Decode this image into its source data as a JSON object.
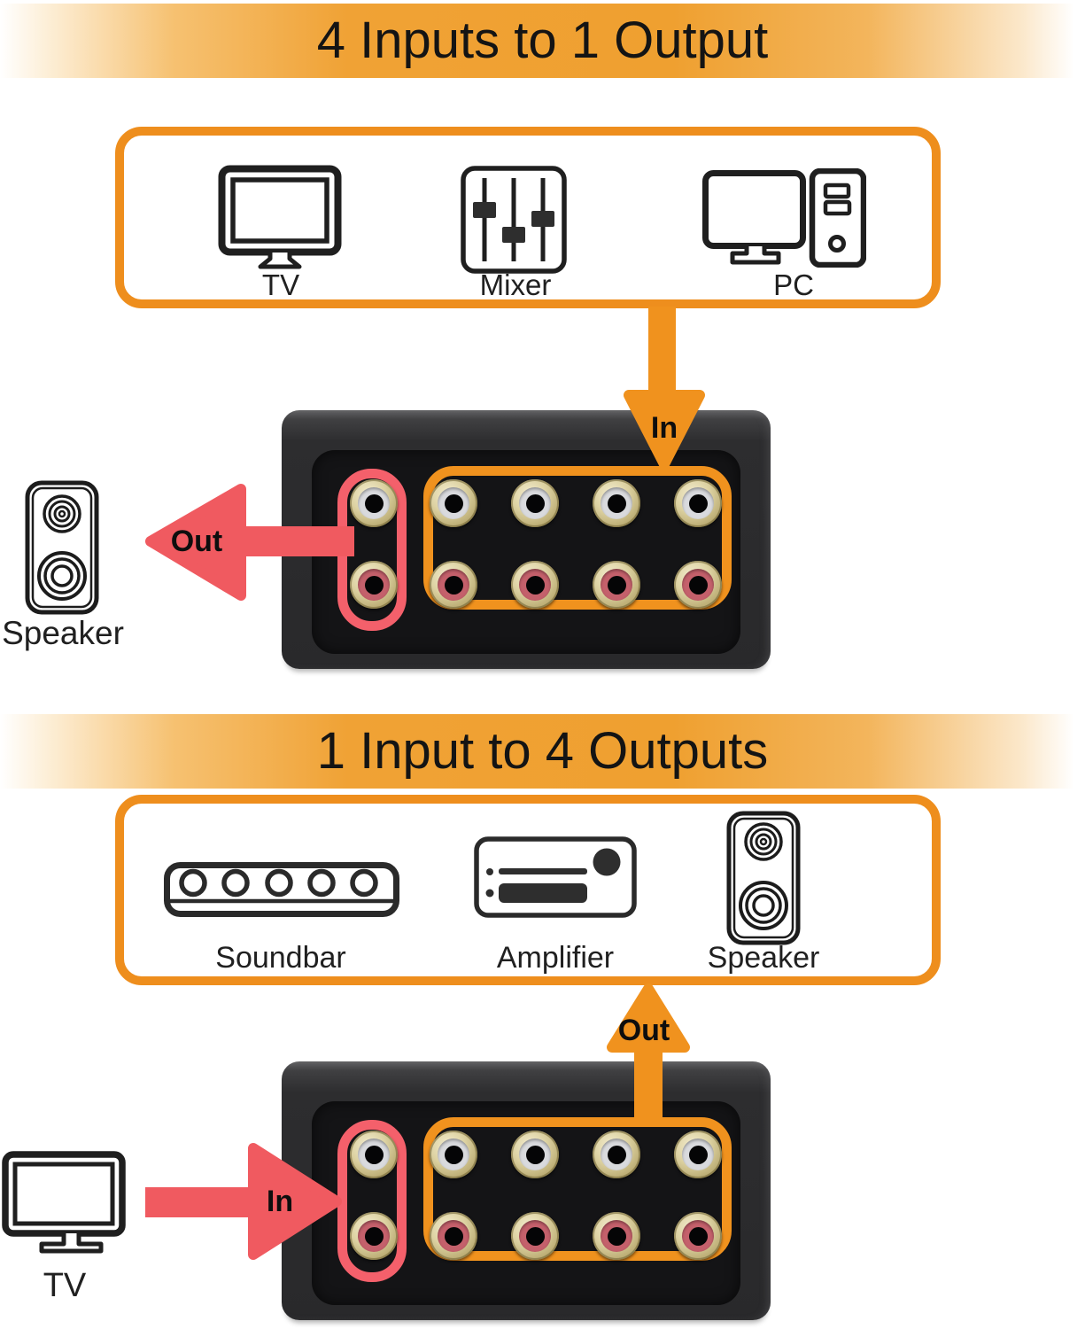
{
  "palette": {
    "orange": "#F0921E",
    "band_orange": "#F0A132",
    "red": "#F05A60",
    "red_outline": "#F4606B",
    "device_body": "#2B2B2D",
    "device_panel": "#141416",
    "gold_ring": "#D8CC9E",
    "jack_white": "#D9DADD",
    "jack_red": "#C4606B"
  },
  "section1": {
    "title": "4 Inputs to 1 Output",
    "sources": [
      {
        "label": "TV"
      },
      {
        "label": "Mixer"
      },
      {
        "label": "PC"
      }
    ],
    "in_arrow_label": "In",
    "out_arrow_label": "Out",
    "output_device_label": "Speaker",
    "switcher": {
      "input_pairs": 4,
      "output_pairs": 1,
      "jack_rows": [
        "white",
        "red"
      ]
    }
  },
  "section2": {
    "title": "1 Input to 4 Outputs",
    "destinations": [
      {
        "label": "Soundbar"
      },
      {
        "label": "Amplifier"
      },
      {
        "label": "Speaker"
      }
    ],
    "out_arrow_label": "Out",
    "in_arrow_label": "In",
    "input_device_label": "TV",
    "switcher": {
      "input_pairs": 1,
      "output_pairs": 4,
      "jack_rows": [
        "white",
        "red"
      ]
    }
  }
}
